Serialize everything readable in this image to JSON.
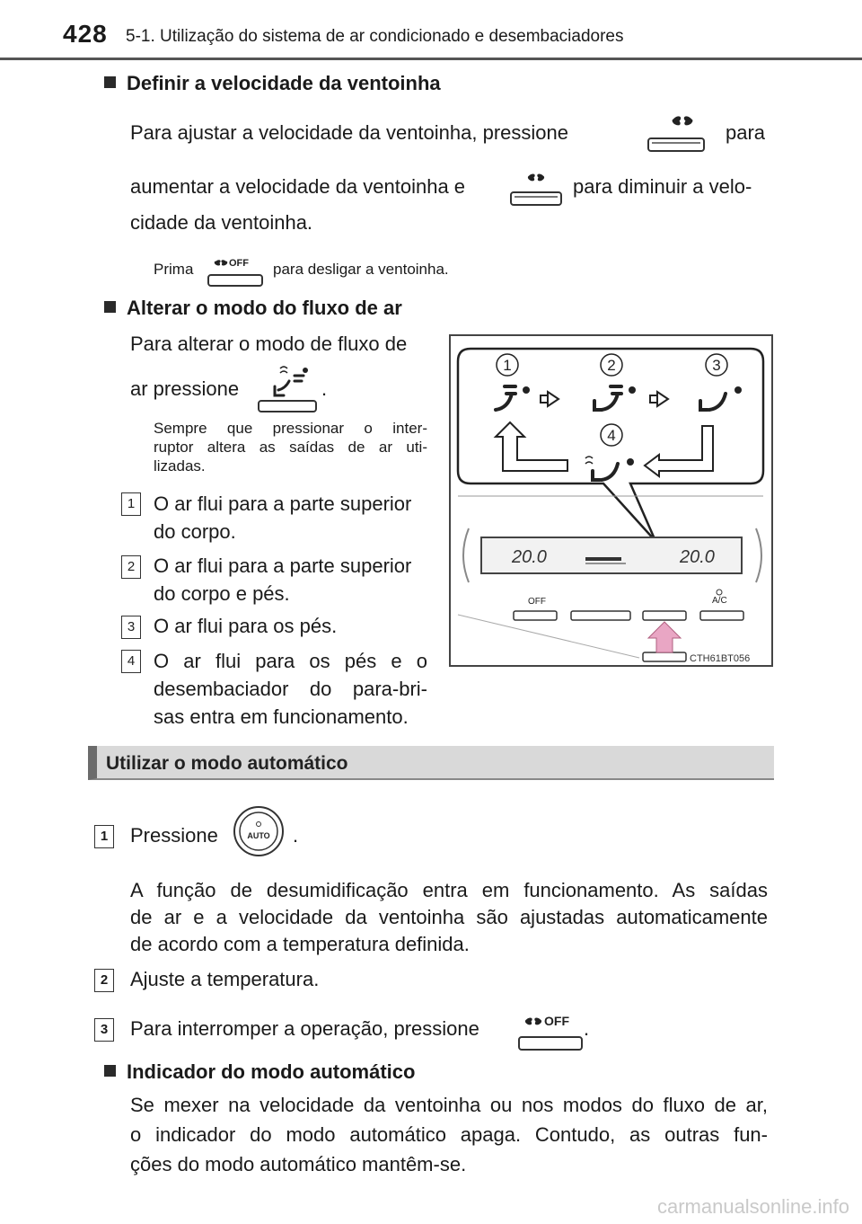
{
  "header": {
    "page_number": "428",
    "running_head": "5-1. Utilização do sistema de ar condicionado e desembaciadores"
  },
  "fan_speed": {
    "heading": "Definir a velocidade da ventoinha",
    "line1a": "Para ajustar a velocidade da ventoinha, pressione",
    "line1b": "para",
    "line2a": "aumentar a velocidade da ventoinha e",
    "line2b": "para diminuir a velo-",
    "line3": "cidade da ventoinha.",
    "note_a": "Prima",
    "note_b": "para desligar a ventoinha."
  },
  "airflow": {
    "heading": "Alterar o modo do fluxo de ar",
    "line1": "Para alterar o modo de fluxo de",
    "line2a": "ar pressione",
    "line2b": ".",
    "note_lines": [
      "Sempre que pressionar o inter-",
      "ruptor altera as saídas de ar uti-",
      "lizadas."
    ],
    "items": [
      {
        "num": "1",
        "lines": [
          "O ar flui para a parte superior",
          "do corpo."
        ]
      },
      {
        "num": "2",
        "lines": [
          "O ar flui para a parte superior",
          "do corpo e pés."
        ]
      },
      {
        "num": "3",
        "lines": [
          "O ar flui para os pés."
        ]
      },
      {
        "num": "4",
        "lines": [
          "O ar flui para os pés e o",
          "desembaciador do para-bri-",
          "sas entra em funcionamento."
        ]
      }
    ]
  },
  "figure": {
    "callouts": [
      "1",
      "2",
      "3",
      "4"
    ],
    "display_left": "20.0",
    "display_right": "20.0",
    "btn_off": "OFF",
    "btn_ac": "A/C",
    "code": "CTH61BT056"
  },
  "auto": {
    "section_title": "Utilizar o modo automático",
    "auto_label": "AUTO",
    "steps": [
      {
        "num": "1",
        "text_a": "Pressione",
        "text_b": "."
      },
      {
        "num": "2",
        "text": "Ajuste a temperatura."
      },
      {
        "num": "3",
        "text_a": "Para interromper a operação, pressione",
        "text_b": "."
      }
    ],
    "step1_para": [
      "A função de desumidificação entra em funcionamento. As saídas",
      "de ar e a velocidade da ventoinha são ajustadas automaticamente",
      "de acordo com a temperatura definida."
    ],
    "off_label": "OFF",
    "indicator_heading": "Indicador do modo automático",
    "indicator_lines": [
      "Se mexer na velocidade da ventoinha ou nos modos do fluxo de ar,",
      "o indicador do modo automático apaga. Contudo, as outras fun-",
      "ções do modo automático mantêm-se."
    ]
  },
  "watermark": "carmanualsonline.info"
}
